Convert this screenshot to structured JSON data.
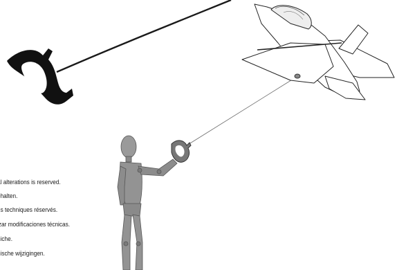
{
  "notices": [
    "al  alterations  is  reserved.",
    "ehalten.",
    "ns  techniques  réservés.",
    "izar modificaciones técnicas.",
    "niche.",
    "nische wijzigingen."
  ]
}
